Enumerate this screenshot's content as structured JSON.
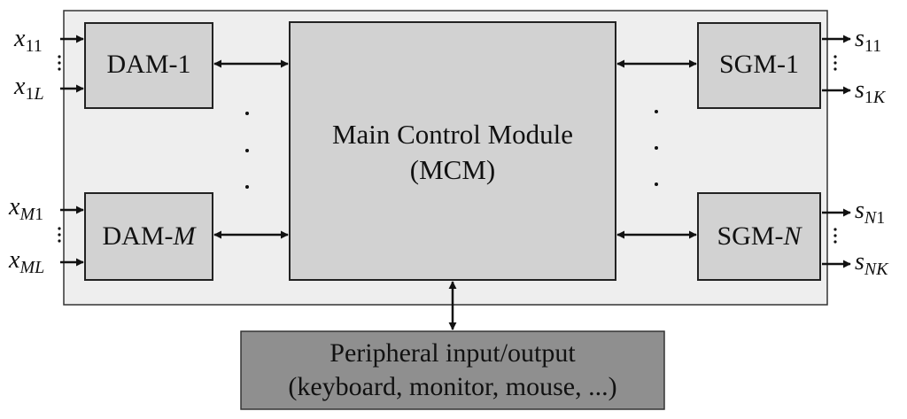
{
  "modules": {
    "dam_1": {
      "prefix": "DAM-",
      "suffix": "1"
    },
    "dam_m": {
      "prefix": "DAM-",
      "suffix": "M"
    },
    "mcm": {
      "line1": "Main Control Module",
      "line2": "(MCM)"
    },
    "sgm_1": {
      "prefix": "SGM-",
      "suffix": "1"
    },
    "sgm_n": {
      "prefix": "SGM-",
      "suffix": "N"
    },
    "peripheral": {
      "line1": "Peripheral input/output",
      "line2": "(keyboard, monitor, mouse, ...)"
    }
  },
  "inputs": {
    "x11": {
      "base": "x",
      "sub": "11"
    },
    "x1L": {
      "base": "x",
      "sub1": "1",
      "sub2": "L"
    },
    "xM1": {
      "base": "x",
      "sub1": "M",
      "sub2": "1"
    },
    "xML": {
      "base": "x",
      "sub": "ML"
    }
  },
  "outputs": {
    "s11": {
      "base": "s",
      "sub": "11"
    },
    "s1K": {
      "base": "s",
      "sub1": "1",
      "sub2": "K"
    },
    "sN1": {
      "base": "s",
      "sub1": "N",
      "sub2": "1"
    },
    "sNK": {
      "base": "s",
      "sub": "NK"
    }
  },
  "colors": {
    "system_bg": "#eeeeee",
    "module_fill": "#d2d2d2",
    "peripheral_fill": "#8f8f8f"
  }
}
